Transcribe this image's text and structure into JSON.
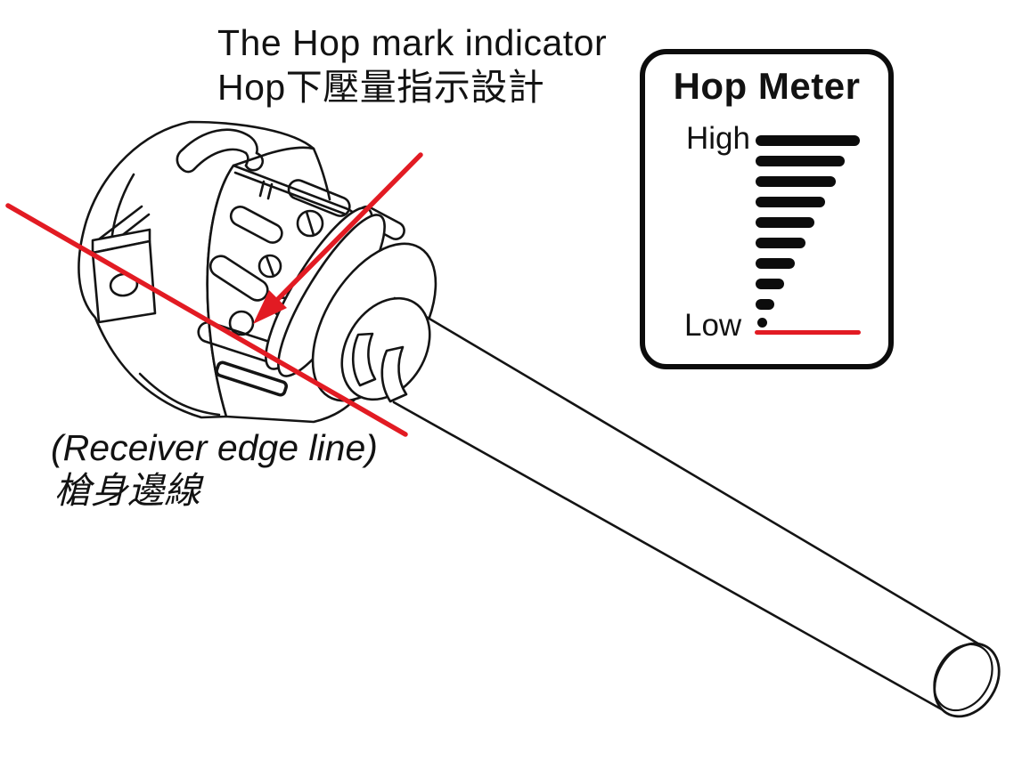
{
  "annotations": {
    "hop_indicator": {
      "line1": "The Hop mark indicator",
      "line2": "Hop下壓量指示設計"
    },
    "receiver_edge": {
      "line1": "(Receiver edge line)",
      "line2": "槍身邊線"
    }
  },
  "hop_meter": {
    "title": "Hop Meter",
    "high_label": "High",
    "low_label": "Low",
    "bar_widths": [
      117,
      100,
      90,
      78,
      66,
      56,
      44,
      32,
      21
    ],
    "bar_count": 9
  },
  "figure": {
    "red_arrow": "arrow-to-hop-mark",
    "red_line": "receiver-edge-line",
    "hop_mark": "hop-mark-hole-on-dial",
    "subject": "hop-up-chamber-with-outer-barrel-line-drawing"
  },
  "colors": {
    "accent_red": "#e21b23",
    "ink": "#141414",
    "background": "#ffffff"
  }
}
